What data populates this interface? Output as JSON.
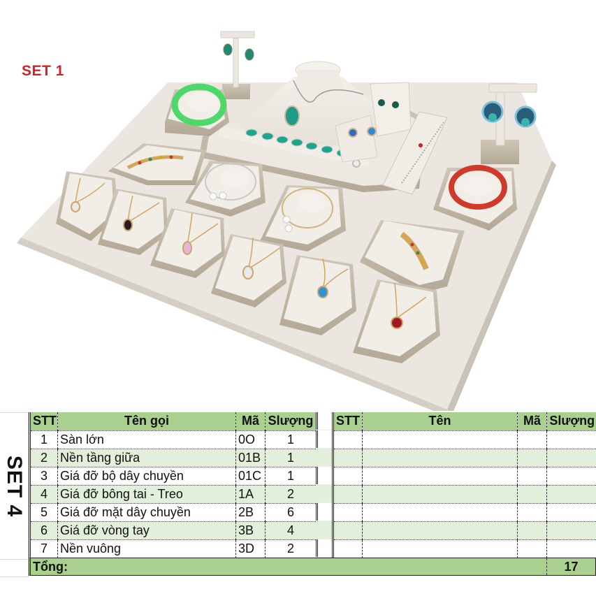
{
  "photo": {
    "label": "SET 1",
    "label_color": "#d0222b",
    "description": "Jewelry display set on beige leatherette stands",
    "items": [
      {
        "name": "earring-tree-left",
        "gem": "turquoise"
      },
      {
        "name": "earring-tree-right",
        "gem": "turquoise-flower"
      },
      {
        "name": "neck-bust",
        "gem": "turquoise-pendant"
      },
      {
        "name": "jade-bangle",
        "color": "#52d66a"
      },
      {
        "name": "red-bangle",
        "color": "#d03a2a"
      },
      {
        "name": "bracelet-tray",
        "gem": "turquoise-bracelet"
      },
      {
        "name": "ring-stand",
        "gem": "blue-topaz"
      },
      {
        "name": "brooch-tray-left",
        "gem": "multicolor-brooch"
      },
      {
        "name": "brooch-tray-right",
        "gem": "peacock-brooch"
      },
      {
        "name": "pearl-bangle-1"
      },
      {
        "name": "pearl-bangle-2"
      },
      {
        "name": "pendant-stand-1",
        "gem": "clear"
      },
      {
        "name": "pendant-stand-2",
        "gem": "black"
      },
      {
        "name": "pendant-stand-3",
        "gem": "pink"
      },
      {
        "name": "pendant-stand-4",
        "gem": "clear"
      },
      {
        "name": "pendant-stand-5",
        "gem": "blue"
      },
      {
        "name": "pendant-stand-6",
        "gem": "red"
      }
    ]
  },
  "sheet": {
    "set_label": "SET 4",
    "left_table": {
      "headers": [
        "STT",
        "Tên gọi",
        "Mã",
        "Slượng"
      ],
      "rows": [
        {
          "stt": "1",
          "name": "Sàn lớn",
          "code": "0O",
          "qty": "1"
        },
        {
          "stt": "2",
          "name": "Nền tầng giữa",
          "code": "01B",
          "qty": "1"
        },
        {
          "stt": "3",
          "name": "Giá đỡ bộ dây chuyền",
          "code": "01C",
          "qty": "1"
        },
        {
          "stt": "4",
          "name": "Giá đỡ bông tai - Treo",
          "code": "1A",
          "qty": "2"
        },
        {
          "stt": "5",
          "name": "Giá đỡ mặt dây chuyền",
          "code": "2B",
          "qty": "6"
        },
        {
          "stt": "6",
          "name": "Giá đỡ vòng tay",
          "code": "3B",
          "qty": "4"
        },
        {
          "stt": "7",
          "name": "Nền vuông",
          "code": "3D",
          "qty": "2"
        }
      ]
    },
    "right_table": {
      "headers": [
        "STT",
        "Tên",
        "Mã",
        "Slượng"
      ],
      "rows": [
        {
          "stt": "",
          "name": "",
          "code": "",
          "qty": ""
        },
        {
          "stt": "",
          "name": "",
          "code": "",
          "qty": ""
        },
        {
          "stt": "",
          "name": "",
          "code": "",
          "qty": ""
        },
        {
          "stt": "",
          "name": "",
          "code": "",
          "qty": ""
        },
        {
          "stt": "",
          "name": "",
          "code": "",
          "qty": ""
        },
        {
          "stt": "",
          "name": "",
          "code": "",
          "qty": ""
        },
        {
          "stt": "",
          "name": "",
          "code": "",
          "qty": ""
        }
      ]
    },
    "total": {
      "label": "Tổng:",
      "value": "17"
    },
    "colors": {
      "header_bg": "#a9d08e",
      "alt_row_bg": "#e2efda",
      "total_bg": "#a9d08e"
    }
  }
}
